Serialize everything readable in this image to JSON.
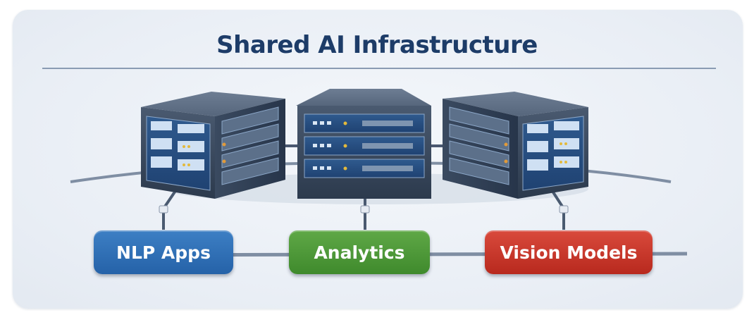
{
  "title": "Shared AI Infrastructure",
  "applications": [
    {
      "label": "NLP Apps",
      "color": "#2f6fb5"
    },
    {
      "label": "Analytics",
      "color": "#4f9a3a"
    },
    {
      "label": "Vision Models",
      "color": "#c93a2e"
    }
  ],
  "servers": [
    {
      "name": "server-left"
    },
    {
      "name": "server-center"
    },
    {
      "name": "server-right"
    }
  ]
}
